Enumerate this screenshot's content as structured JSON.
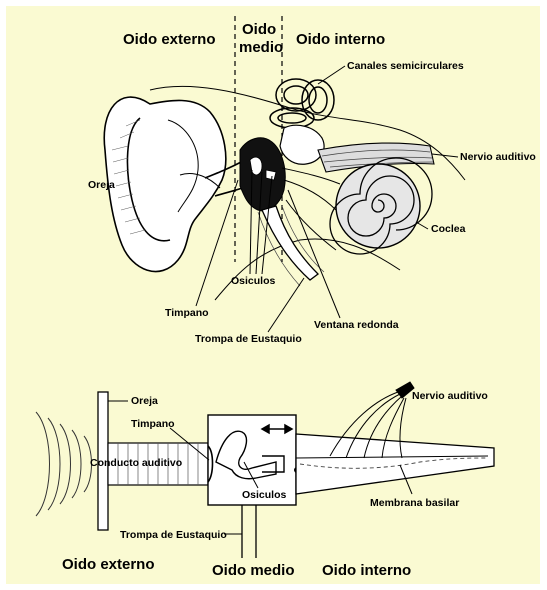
{
  "top_diagram": {
    "section_outer": "Oido externo",
    "section_middle_line1": "Oido",
    "section_middle_line2": "medio",
    "section_inner": "Oido interno",
    "label_canals": "Canales semicirculares",
    "label_nerve": "Nervio auditivo",
    "label_pinna": "Oreja",
    "label_cochlea": "Coclea",
    "label_ossicles": "Osiculos",
    "label_eardrum": "Timpano",
    "label_round_window": "Ventana redonda",
    "label_eustachian": "Trompa de Eustaquio"
  },
  "bottom_diagram": {
    "label_pinna": "Oreja",
    "label_eardrum": "Timpano",
    "label_canal": "Conducto auditivo",
    "label_nerve": "Nervio auditivo",
    "label_ossicles": "Osiculos",
    "label_basilar": "Membrana basilar",
    "label_eustachian": "Trompa de Eustaquio",
    "section_outer": "Oido externo",
    "section_middle": "Oido medio",
    "section_inner": "Oido interno"
  },
  "colors": {
    "panel_background": "#fafad2",
    "ink": "#000000"
  }
}
